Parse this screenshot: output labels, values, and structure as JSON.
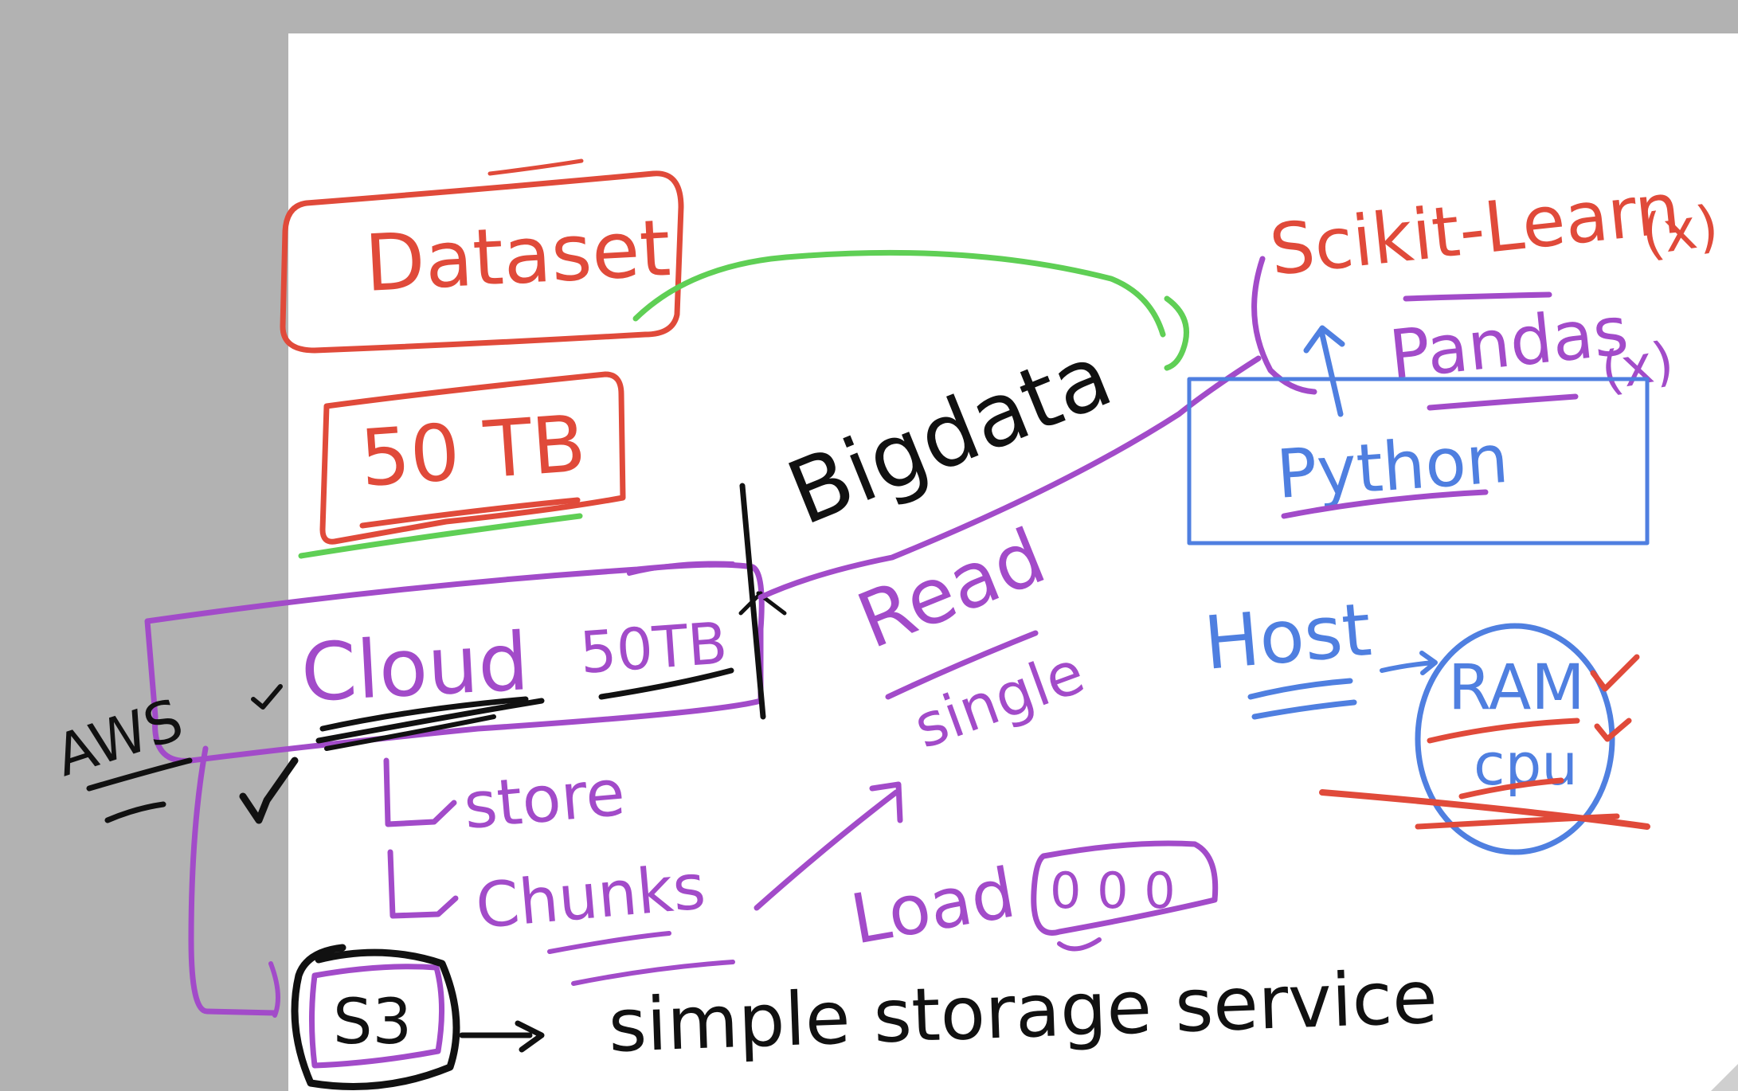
{
  "labels": {
    "dataset": "Dataset",
    "size_50tb": "50 TB",
    "bigdata": "Bigdata",
    "cloud": "Cloud",
    "cloud_50tb": "50TB",
    "aws": "AWS",
    "store": "store",
    "chunks": "Chunks",
    "s3": "S3",
    "s3_meaning": "simple storage service",
    "read": "Read",
    "single_host": "single",
    "host": "Host",
    "load": "Load",
    "dots": "0 0 0",
    "scikit_learn": "Scikit-Learn",
    "scikit_mark": "(x)",
    "pandas": "Pandas",
    "pandas_mark": "(x)",
    "python": "Python",
    "ram": "RAM",
    "cpu": "cpu"
  },
  "colors": {
    "red": "#e04a3a",
    "purple": "#a24bc9",
    "blue": "#4f7fe0",
    "green": "#5fcf55",
    "black": "#111111",
    "page": "#ffffff",
    "background": "#b2b2b2"
  }
}
